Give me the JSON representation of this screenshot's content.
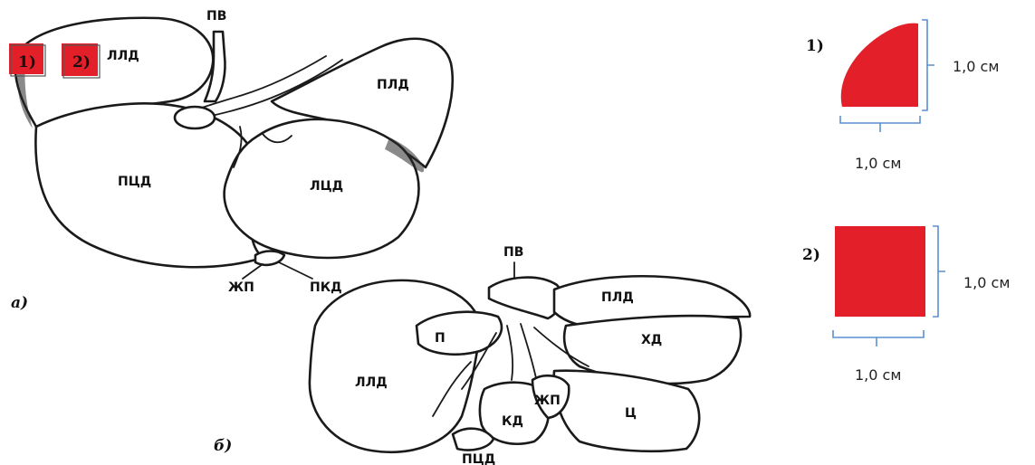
{
  "colors": {
    "sample_fill": "#e3202a",
    "bracket": "#5b8fd0",
    "ink": "#1a1a1a"
  },
  "figure_a": {
    "panel_label": "а)",
    "labels": {
      "pv": "ПВ",
      "lld_left": "ЛЛД",
      "pld": "ПЛД",
      "ptsd": "ПЦД",
      "ltsd": "ЛЦД",
      "zhp": "ЖП",
      "pkd": "ПКД"
    },
    "markers": {
      "m1": "1)",
      "m2": "2)"
    }
  },
  "figure_b": {
    "panel_label": "б)",
    "labels": {
      "pv": "ПВ",
      "pld": "ПЛД",
      "p": "П",
      "hd": "ХД",
      "lld": "ЛЛД",
      "zhp": "ЖП",
      "kd": "КД",
      "ts": "Ц",
      "ptsd": "ПЦД"
    }
  },
  "samples": {
    "sample1": {
      "number": "1)",
      "width_label": "1,0 см",
      "height_label": "1,0 см"
    },
    "sample2": {
      "number": "2)",
      "width_label": "1,0 см",
      "height_label": "1,0 см"
    }
  }
}
